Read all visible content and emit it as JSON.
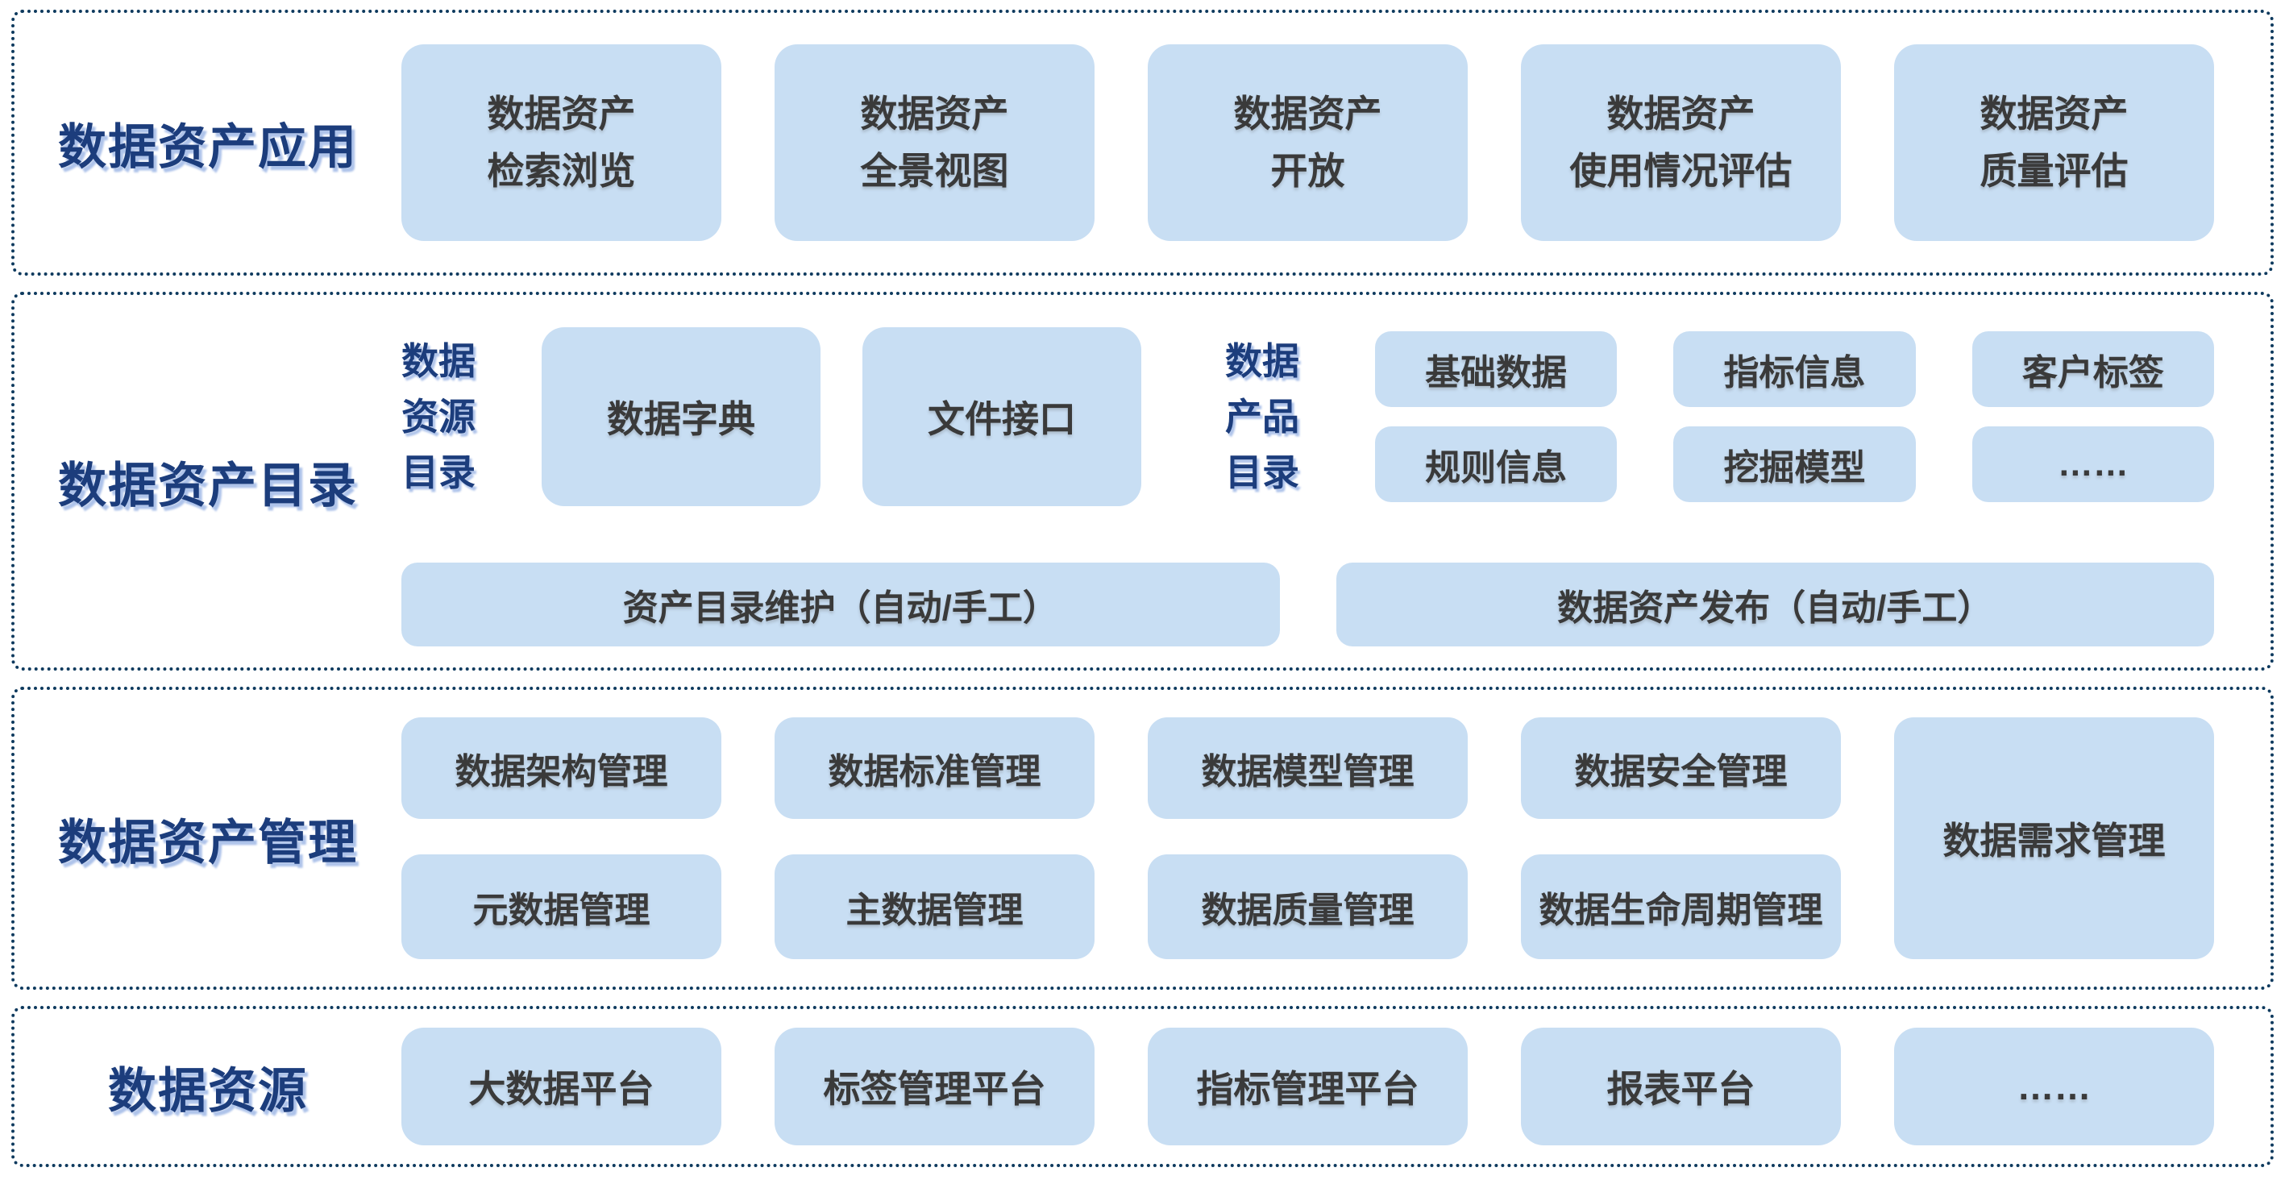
{
  "colors": {
    "border_navy": "#0e3a5e",
    "label_navy": "#1c3d7c",
    "box_fill": "#c8def3",
    "box_text": "#3a3a3a",
    "divider": "#dcdcdc"
  },
  "sections": {
    "application": {
      "label": "数据资产应用",
      "boxes": [
        "数据资产\n检索浏览",
        "数据资产\n全景视图",
        "数据资产\n开放",
        "数据资产\n使用情况评估",
        "数据资产\n质量评估"
      ]
    },
    "catalog": {
      "label": "数据资产目录",
      "resource_catalog_label": "数据\n资源\n目录",
      "resource_boxes": [
        "数据字典",
        "文件接口"
      ],
      "product_catalog_label": "数据\n产品\n目录",
      "product_boxes": [
        "基础数据",
        "指标信息",
        "客户标签",
        "规则信息",
        "挖掘模型",
        "……"
      ],
      "bottom_boxes": [
        "资产目录维护（自动/手工）",
        "数据资产发布（自动/手工）"
      ]
    },
    "management": {
      "label": "数据资产管理",
      "row1": [
        "数据架构管理",
        "数据标准管理",
        "数据模型管理",
        "数据安全管理"
      ],
      "row2": [
        "元数据管理",
        "主数据管理",
        "数据质量管理",
        "数据生命周期管理"
      ],
      "tall_box": "数据需求管理"
    },
    "resources": {
      "label": "数据资源",
      "boxes": [
        "大数据平台",
        "标签管理平台",
        "指标管理平台",
        "报表平台",
        "……"
      ]
    }
  }
}
